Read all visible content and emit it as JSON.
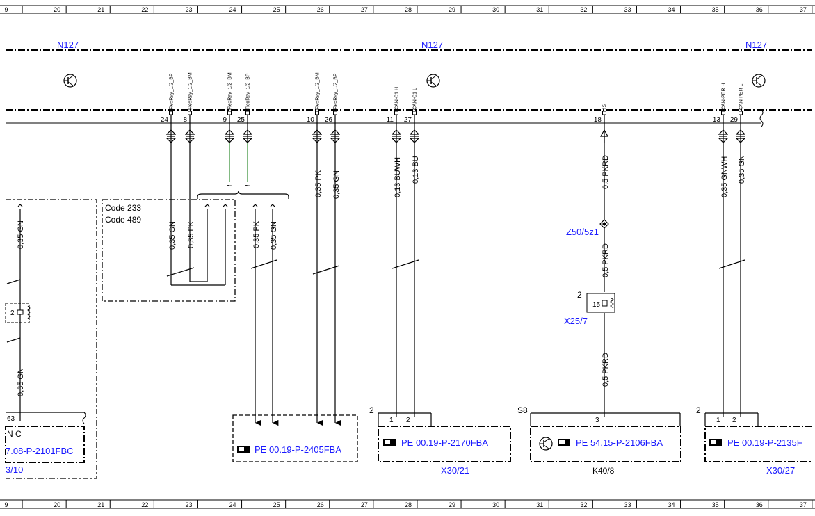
{
  "ruler": [
    "9",
    "20",
    "21",
    "22",
    "23",
    "24",
    "25",
    "26",
    "27",
    "28",
    "29",
    "30",
    "31",
    "32",
    "33",
    "34",
    "35",
    "36",
    "37"
  ],
  "modules": {
    "n127_left": "N127",
    "n127_mid": "N127",
    "n127_right": "N127"
  },
  "pins": {
    "p24": {
      "label": "FlexRay_1/2_BP",
      "num": "24"
    },
    "p8": {
      "label": "FlexRay_1/2_BM",
      "num": "8"
    },
    "p9": {
      "label": "FlexRay_1/2_BM",
      "num": "9"
    },
    "p25": {
      "label": "FlexRay_1/2_BP",
      "num": "25"
    },
    "p10": {
      "label": "FlexRay_1/2_BM",
      "num": "10"
    },
    "p26": {
      "label": "FlexRay_1/2_BP",
      "num": "26"
    },
    "p11": {
      "label": "CAN-C1 H",
      "num": "11"
    },
    "p27": {
      "label": "CAN-C1 L",
      "num": "27"
    },
    "p18": {
      "label": "15",
      "num": "18"
    },
    "p13": {
      "label": "CAN-PER H",
      "num": "13"
    },
    "p29": {
      "label": "CAN-PER L",
      "num": "29"
    }
  },
  "wires": {
    "w24": "0,35 GN",
    "w8": "0,35 PK",
    "w10": "0,35 PK",
    "w26": "0,35 GN",
    "w11": "0,13 BUWH",
    "w27": "0,13 BU",
    "w18a": "0,5 PKRD",
    "w18b": "0,5 PKRD",
    "w18c": "0,5 PKRD",
    "w13": "0,35 GNWH",
    "w29": "0,35 GN",
    "lw_top": "0,35 GN",
    "lw_bot": "0,35 GN",
    "m_pk": "0,35 PK",
    "m_gn": "0,35 GN"
  },
  "code_box": {
    "line1": "Code 233",
    "line2": "Code 489"
  },
  "components": {
    "z50": "Z50/5z1",
    "x25": "X25/7",
    "x25_pin": "15",
    "x25_num": "2",
    "x30_21": "X30/21",
    "x30_27": "X30/27",
    "k40": "K40/8",
    "s8": "S8"
  },
  "refs": {
    "r2405": "PE 00.19-P-2405FBA",
    "r2170": "PE 00.19-P-2170FBA",
    "r2106": "PE 54.15-P-2106FBA",
    "r2135": "PE 00.19-P-2135F",
    "r2101": "7.08-P-2101FBC"
  },
  "left_block": {
    "pin63": "63",
    "nc": "N C",
    "ref310": "3/10",
    "pin2": "2"
  },
  "conn_nums": {
    "x30_21_a": "2",
    "x30_21_p1": "1",
    "x30_21_p2": "2",
    "k40_pin": "3",
    "x30_27_a": "2",
    "x30_27_p1": "1",
    "x30_27_p2": "2"
  },
  "tilde": "~"
}
